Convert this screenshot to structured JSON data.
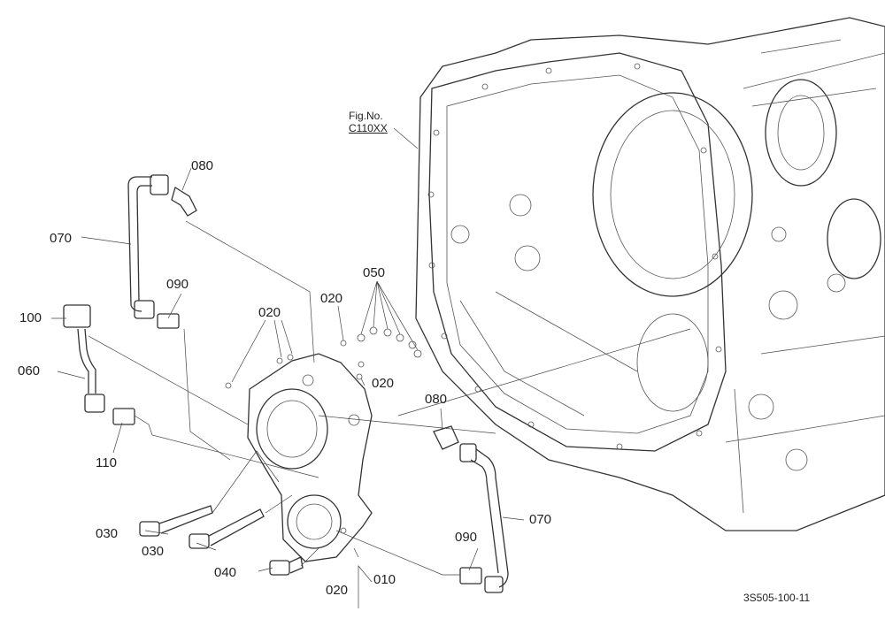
{
  "figure": {
    "ref_title": "Fig.No.",
    "ref_number": "C110XX",
    "drawing_code": "3S505-100-11"
  },
  "callouts": {
    "c010": "010",
    "c020_left": "020",
    "c020_mid": "020",
    "c020_right": "020",
    "c020_bottom": "020",
    "c030_a": "030",
    "c030_b": "030",
    "c040": "040",
    "c050": "050",
    "c060": "060",
    "c070_top": "070",
    "c070_bottom": "070",
    "c080_top": "080",
    "c080_bottom": "080",
    "c090_top": "090",
    "c090_bottom": "090",
    "c100": "100",
    "c110": "110"
  }
}
